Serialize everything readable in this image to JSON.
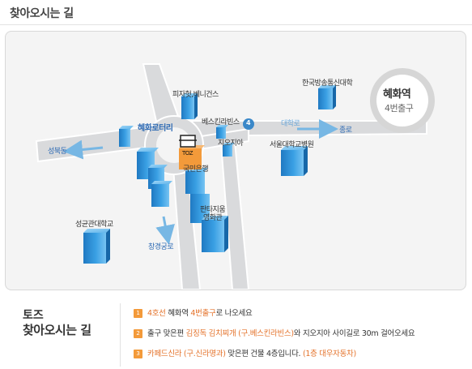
{
  "page": {
    "title": "찾아오시는 길"
  },
  "map": {
    "station": {
      "name": "혜화역",
      "exit": "4번출구"
    },
    "exit_marker": "4",
    "labels": {
      "pizza": "피자헛,베니건스",
      "kbs": "한국방송통신대학",
      "hyehwa_rotary": "혜화로터리",
      "bestkin": "베스킨라빈스",
      "daehak_ro": "대학로",
      "jongno": "종로",
      "seongbuk": "성북동",
      "toz": "TOZ",
      "giojia": "지오지아",
      "snuh": "서울대학교병원",
      "kookmin": "국민은행",
      "cinema_line1": "판타지움",
      "cinema_line2": "영화관",
      "skku": "성균관대학교",
      "changgyeong": "창경궁로"
    },
    "colors": {
      "road": "#d9dadc",
      "building": "#2f8fd3",
      "accent": "#f39a3a",
      "label_blue": "#2f6bb4"
    }
  },
  "directions": {
    "title_brand": "토즈",
    "title_sub": "찾아오시는 길",
    "steps": [
      {
        "num": "1",
        "parts": [
          {
            "t": "4호선",
            "h": true
          },
          {
            "t": " 혜화역 ",
            "h": false
          },
          {
            "t": "4번출구",
            "h": true
          },
          {
            "t": "로 나오세요",
            "h": false
          }
        ]
      },
      {
        "num": "2",
        "parts": [
          {
            "t": "출구 맞은편 ",
            "h": false
          },
          {
            "t": "김징독 김치찌개 (구.베스킨라빈스)",
            "h": true
          },
          {
            "t": "와  지오지아 사이길로 30m 걸어오세요",
            "h": false
          }
        ]
      },
      {
        "num": "3",
        "parts": [
          {
            "t": "카페드신라 (구.신라명과)",
            "h": true
          },
          {
            "t": " 맞은편 건물 4층입니다. ",
            "h": false
          },
          {
            "t": "(1층 대우자동차)",
            "h": true
          }
        ]
      }
    ]
  }
}
